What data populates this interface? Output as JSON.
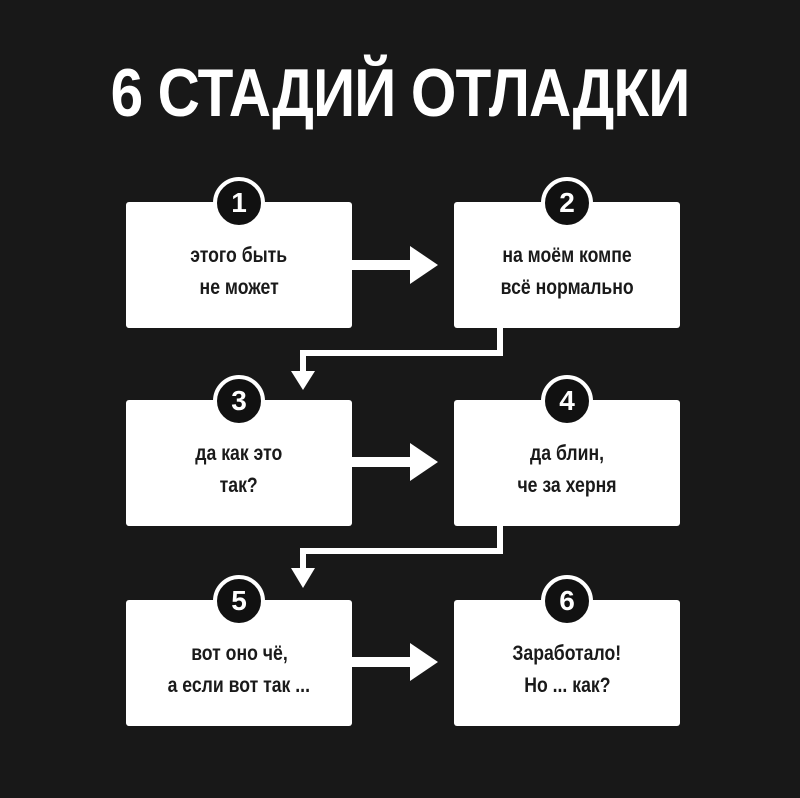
{
  "title": "6 СТАДИЙ ОТЛАДКИ",
  "stages": [
    {
      "number": "1",
      "lines": [
        "этого быть",
        "не может"
      ]
    },
    {
      "number": "2",
      "lines": [
        "на моём компе",
        "всё нормально"
      ]
    },
    {
      "number": "3",
      "lines": [
        "да как это",
        "так?"
      ]
    },
    {
      "number": "4",
      "lines": [
        "да блин,",
        "че за херня"
      ]
    },
    {
      "number": "5",
      "lines": [
        "вот оно чё,",
        "а если вот так ..."
      ]
    },
    {
      "number": "6",
      "lines": [
        "Заработало!",
        "Но ... как?"
      ]
    }
  ],
  "colors": {
    "background": "#181818",
    "box": "#ffffff",
    "badge": "#111111",
    "text": "#1a1a1a",
    "connector": "#ffffff"
  }
}
